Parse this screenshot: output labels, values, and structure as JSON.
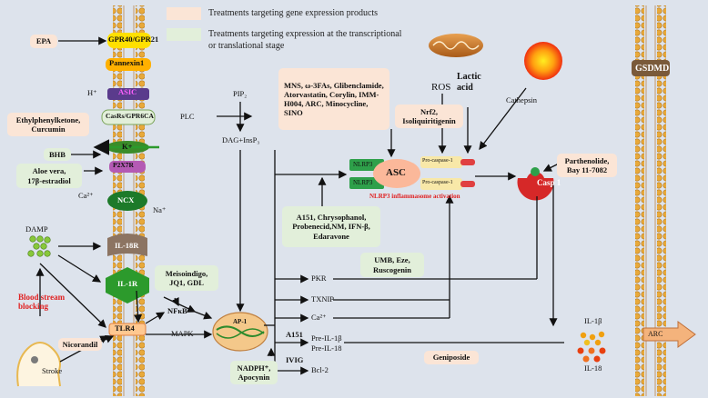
{
  "legend": {
    "gene_products": "Treatments targeting gene expression products",
    "transcriptional_line1": "Treatments targeting expression at the transcriptional",
    "transcriptional_line2": "or translational stage"
  },
  "membrane_receptors": {
    "gpr": "GPR40/GPR21",
    "pannexin": "Pannexin1",
    "asic": "ASIC",
    "casr": "CasRs/GPR6CA",
    "k": "K+",
    "p2x7r": "P2X7R",
    "ncx": "NCX",
    "il18r": "IL-18R",
    "il1r": "IL-1R",
    "tlr4": "TLR4"
  },
  "ions": {
    "h": "H⁺",
    "ca": "Ca²⁺",
    "na": "Na⁺",
    "ca_mid": "Ca²⁺"
  },
  "treatments": {
    "epa": "EPA",
    "ethylphenylketone": [
      "Ethylphenylketone,",
      "Curcumin"
    ],
    "bhb": "BHB",
    "aloe": [
      "Aloe vera,",
      "17β-estradiol"
    ],
    "nicorandil": "Nicorandil",
    "meisoindigo": [
      "Meisoindigo,",
      "JQ1, GDL"
    ],
    "nadph": [
      "NADPH⁺,",
      "Apocynin"
    ],
    "mns": [
      "MNS, ω-3FAs, Glibenclamide,",
      "Atorvastatin, Corylin, IMM-",
      "H004, ARC, Minocycline,",
      "SINO"
    ],
    "nrf2": [
      "Nrf2,",
      "Isoliquiritigenin"
    ],
    "a151_group": [
      "A151, Chrysophanol,",
      "Probenecid,NM, IFN-β,",
      "Edaravone"
    ],
    "umb": [
      "UMB, Eze,",
      "Ruscogenin"
    ],
    "parthenolide": [
      "Parthenolide,",
      "Bay 11-7082"
    ],
    "geniposide": "Geniposide",
    "a151": "A151",
    "ivig": "IVIG"
  },
  "pathway": {
    "pip2": "PIP₂",
    "plc": "PLC",
    "dag": "DAG+InsP₃",
    "damp": "DAMP",
    "blood_stream": [
      "Blood stream",
      "blocking"
    ],
    "stroke": "Stroke",
    "nfkb": "NFκB",
    "mapk": "MAPK",
    "ap1": "AP-1",
    "pkr": "PKR",
    "txnip": "TXNIP",
    "pre_il1b": "Pre-IL-1β",
    "pre_il18": "Pre-IL-18",
    "bcl2": "Bcl-2",
    "ros": "ROS",
    "lactic": [
      "Lactic",
      "acid"
    ],
    "cathepsin": "Cathepsin",
    "nlrp3": "NLRP3",
    "asc": "ASC",
    "pro_casp1": "Pro-caspase-1",
    "inflammasome": "NLRP3 inflammasome activation",
    "casp1": "Casp 1",
    "il1b": "IL-1β",
    "il18": "IL-18",
    "gsdmd": "GSDMD",
    "arc": "ARC"
  },
  "colors": {
    "background": "#dde3ec",
    "pink_box": "#fbe5d6",
    "green_box": "#e2efda",
    "membrane_head": "#e8a93a",
    "highlight_red": "#e02020"
  }
}
